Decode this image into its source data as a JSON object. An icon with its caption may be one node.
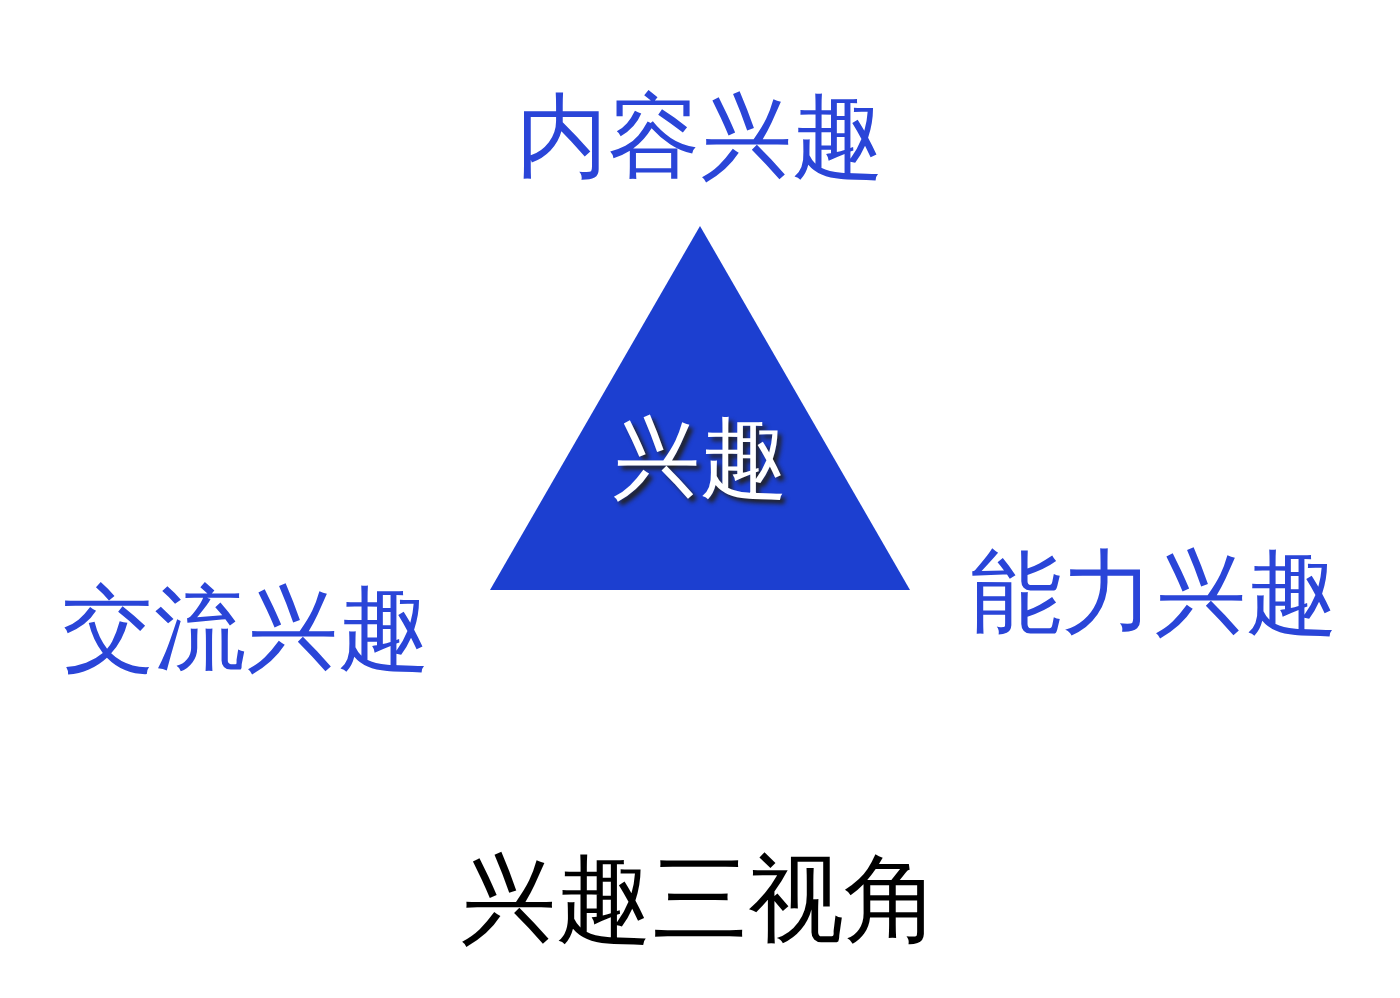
{
  "diagram": {
    "caption": "兴趣三视角",
    "nodes": [
      {
        "text": [
          "兴趣"
        ]
      }
    ],
    "labels": [
      "内容兴趣",
      "交流兴趣",
      "能力兴趣"
    ]
  }
}
